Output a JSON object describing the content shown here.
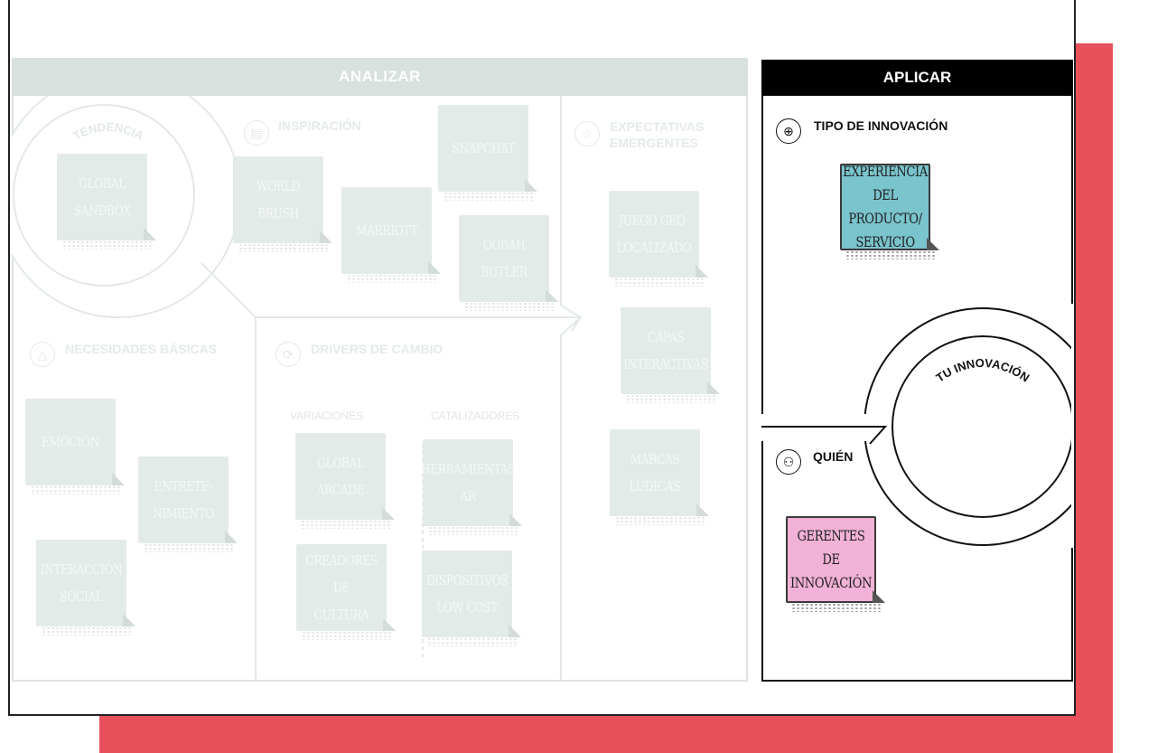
{
  "analizar": {
    "title": "ANALIZAR"
  },
  "aplicar": {
    "title": "APLICAR"
  },
  "tendencia": {
    "label": "TENDENCIA",
    "note": "GLOBAL SANDBOX"
  },
  "inspiracion": {
    "title": "INSPIRACIÓN",
    "icon": "document-icon",
    "notes": [
      "WORLD BRUSH",
      "MARRIOTT",
      "SNAPCHAT",
      "OOBAH BUTLER"
    ]
  },
  "expectativas": {
    "title_line1": "EXPECTATIVAS",
    "title_line2": "EMERGENTES",
    "icon": "star-icon",
    "notes": [
      "JUEGO GEO-LOCALIZADO",
      "CAPAS INTERACTIVAS",
      "MARCAS LÚDICAS"
    ]
  },
  "necesidades": {
    "title": "NECESIDADES BÁSICAS",
    "icon": "triangle-icon",
    "notes": [
      "EMOCIÓN",
      "ENTRETE-NIMIENTO",
      "INTERACCIÓN SOCIAL"
    ]
  },
  "drivers": {
    "title": "DRIVERS DE CAMBIO",
    "icon": "cycle-icon",
    "variaciones": "VARIACIONES",
    "catalizadores": "CATALIZADORES",
    "notes": [
      "GLOBAL ARCADE",
      "CREADORES DE CULTURA",
      "HERRAMIENTAS AR",
      "DISPOSITIVOS LOW COST"
    ]
  },
  "tipo": {
    "title": "TIPO DE INNOVACIÓN",
    "icon": "target-icon",
    "note": "EXPERIENCIA DEL PRODUCTO/ SERVICIO",
    "note_color": "#79c4cd"
  },
  "quien": {
    "title": "QUIÉN",
    "icon": "people-icon",
    "note": "GERENTES DE INNOVACIÓN",
    "note_color": "#f2b1d6"
  },
  "tu_innovacion": {
    "label": "TU INNOVACIÓN"
  },
  "colors": {
    "accent": "#e8505b",
    "faded": "#d8e1dd",
    "ink": "#111111"
  }
}
